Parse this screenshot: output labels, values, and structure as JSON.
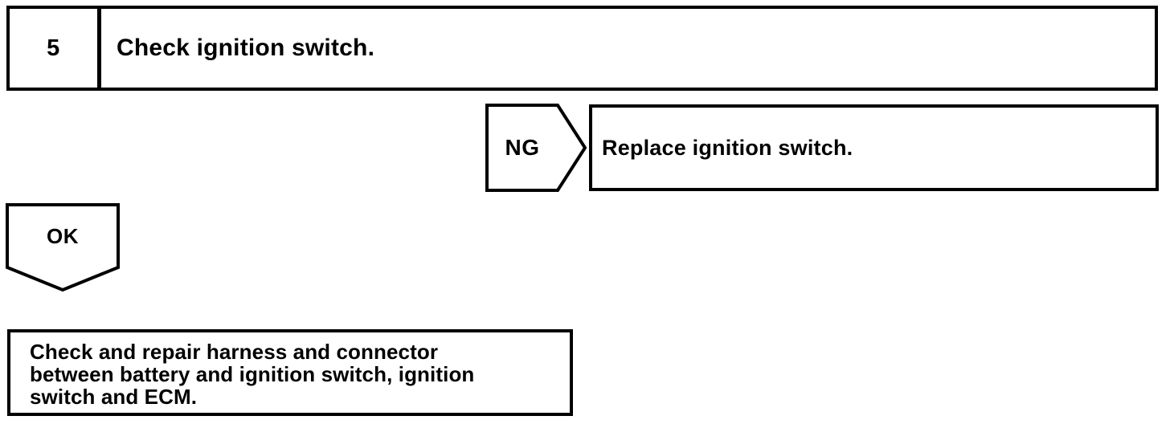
{
  "diagram": {
    "type": "troubleshooting-flowchart",
    "colors": {
      "stroke": "#000000",
      "background": "#ffffff",
      "text": "#000000"
    },
    "step": {
      "number": "5",
      "title": "Check ignition switch."
    },
    "branches": {
      "ng": {
        "label": "NG",
        "result_box": "Replace ignition switch."
      },
      "ok": {
        "label": "OK",
        "result_box_lines": [
          "Check and repair harness and connector",
          "between battery and ignition switch, ignition",
          "switch and ECM."
        ],
        "result_box_text": "Check and repair harness and connector between battery and ignition switch, ignition switch and ECM."
      }
    }
  }
}
